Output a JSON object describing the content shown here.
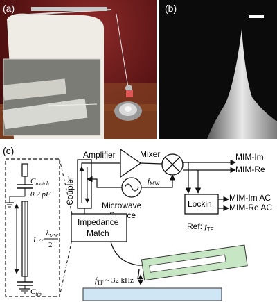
{
  "panels": {
    "a_label": "(a)",
    "b_label": "(b)",
    "c_label": "(c)"
  },
  "schematic": {
    "amplifier": "Amplifier",
    "mixer": "Mixer",
    "coupler": "Coupler",
    "microwave_source": "Microwave",
    "microwave_source_2": "Source",
    "f_mw": "f",
    "f_mw_sub": "MW",
    "lockin": "Lockin",
    "impedance_1": "Impedance",
    "impedance_2": "Match",
    "mim_im": "MIM-Im",
    "mim_re": "MIM-Re",
    "mim_im_ac": "MIM-Im AC",
    "mim_re_ac": "MIM-Re AC",
    "ref": "Ref: ",
    "ref_f": "f",
    "ref_sub": "TF",
    "ftf": "f",
    "ftf_sub": "TF",
    "ftf_val": " ~ 32 kHz"
  },
  "circuit": {
    "c_match": "C",
    "c_match_sub": "match",
    "c_match_val": "0.2 pF",
    "l_label": "L ~",
    "lambda": "λ",
    "lambda_sub": "MW",
    "two": "2",
    "c_tip": "C",
    "c_tip_sub": "tip"
  }
}
